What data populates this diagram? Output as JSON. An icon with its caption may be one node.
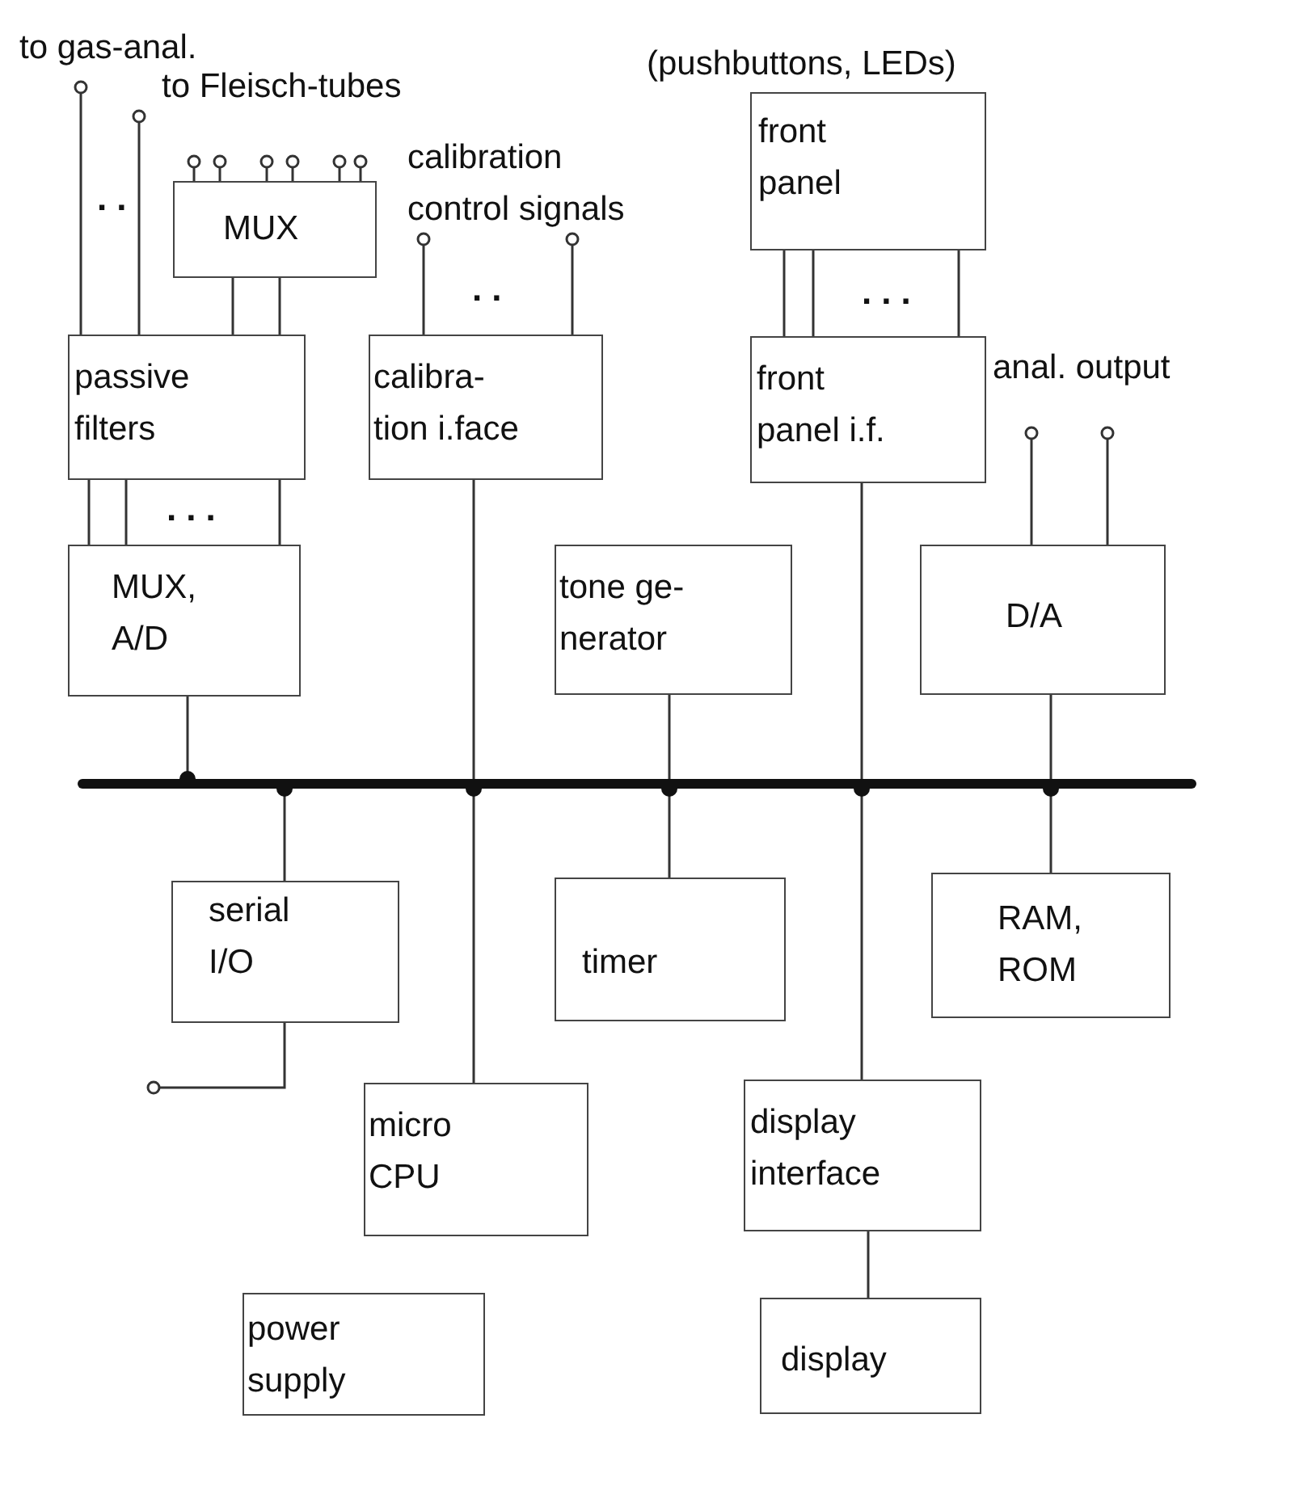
{
  "diagram": {
    "nodes": [
      {
        "text": [
          "MUX"
        ]
      },
      {
        "text": [
          "front panel"
        ],
        "beside": [
          "(pushbuttons, LEDs)"
        ]
      },
      {
        "text": [
          "passive filters"
        ]
      },
      {
        "text": [
          "calibra- tion i.face"
        ]
      },
      {
        "text": [
          "front panel i.f."
        ]
      },
      {
        "text": [
          "MUX, A/D"
        ]
      },
      {
        "text": [
          "tone ge- nerator"
        ]
      },
      {
        "text": [
          "D/A"
        ]
      },
      {
        "text": [],
        "shape": "bar"
      },
      {
        "text": [
          "serial I/O"
        ]
      },
      {
        "text": [
          "timer"
        ]
      },
      {
        "text": [
          "RAM, ROM"
        ]
      },
      {
        "text": [
          "micro CPU"
        ]
      },
      {
        "text": [
          "display interface"
        ]
      },
      {
        "text": [
          "power supply"
        ]
      },
      {
        "text": [
          "display"
        ]
      },
      {
        "text": [
          "to gas-anal."
        ]
      },
      {
        "text": [
          "to Fleisch-tubes"
        ]
      },
      {
        "text": [
          "calibration control signals"
        ]
      },
      {
        "text": [
          "anal. output"
        ]
      }
    ],
    "edges": [
      {
        "from": 16,
        "to": 2,
        "arrow": "other"
      },
      {
        "from": 17,
        "to": 2,
        "arrow": "other"
      },
      {
        "from": null,
        "to": 0,
        "arrow": "other"
      },
      {
        "from": null,
        "to": 0,
        "arrow": "other"
      },
      {
        "from": null,
        "to": 0,
        "arrow": "other"
      },
      {
        "from": null,
        "to": 0,
        "arrow": "other"
      },
      {
        "from": null,
        "to": 0,
        "arrow": "other"
      },
      {
        "from": null,
        "to": 0,
        "arrow": "other"
      },
      {
        "from": 0,
        "to": 2,
        "arrow": "none"
      },
      {
        "from": 0,
        "to": 2,
        "arrow": "none"
      },
      {
        "from": 18,
        "to": 3,
        "arrow": "other"
      },
      {
        "from": 18,
        "to": 3,
        "arrow": "other"
      },
      {
        "from": 1,
        "to": 4,
        "arrow": "none"
      },
      {
        "from": 1,
        "to": 4,
        "arrow": "none"
      },
      {
        "from": 1,
        "to": 4,
        "arrow": "none"
      },
      {
        "from": 2,
        "to": 5,
        "arrow": "none"
      },
      {
        "from": 2,
        "to": 5,
        "arrow": "none"
      },
      {
        "from": 2,
        "to": 5,
        "arrow": "none"
      },
      {
        "from": 19,
        "to": 7,
        "arrow": "other"
      },
      {
        "from": 19,
        "to": 7,
        "arrow": "other"
      },
      {
        "from": 8,
        "to": 5,
        "arrow": "other"
      },
      {
        "from": 8,
        "to": 9,
        "arrow": "other"
      },
      {
        "from": 3,
        "to": 8,
        "arrow": "none"
      },
      {
        "from": 8,
        "to": 12,
        "arrow": "other"
      },
      {
        "from": 6,
        "to": 8,
        "arrow": "none"
      },
      {
        "from": 8,
        "to": 10,
        "arrow": "other"
      },
      {
        "from": 4,
        "to": 8,
        "arrow": "none"
      },
      {
        "from": 8,
        "to": 13,
        "arrow": "other"
      },
      {
        "from": 7,
        "to": 8,
        "arrow": "none"
      },
      {
        "from": 8,
        "to": 11,
        "arrow": "other"
      },
      {
        "from": null,
        "to": 9,
        "arrow": "other"
      },
      {
        "from": 13,
        "to": 15,
        "arrow": "none"
      }
    ],
    "labels": [
      "..",
      "..",
      "...",
      "..."
    ]
  }
}
